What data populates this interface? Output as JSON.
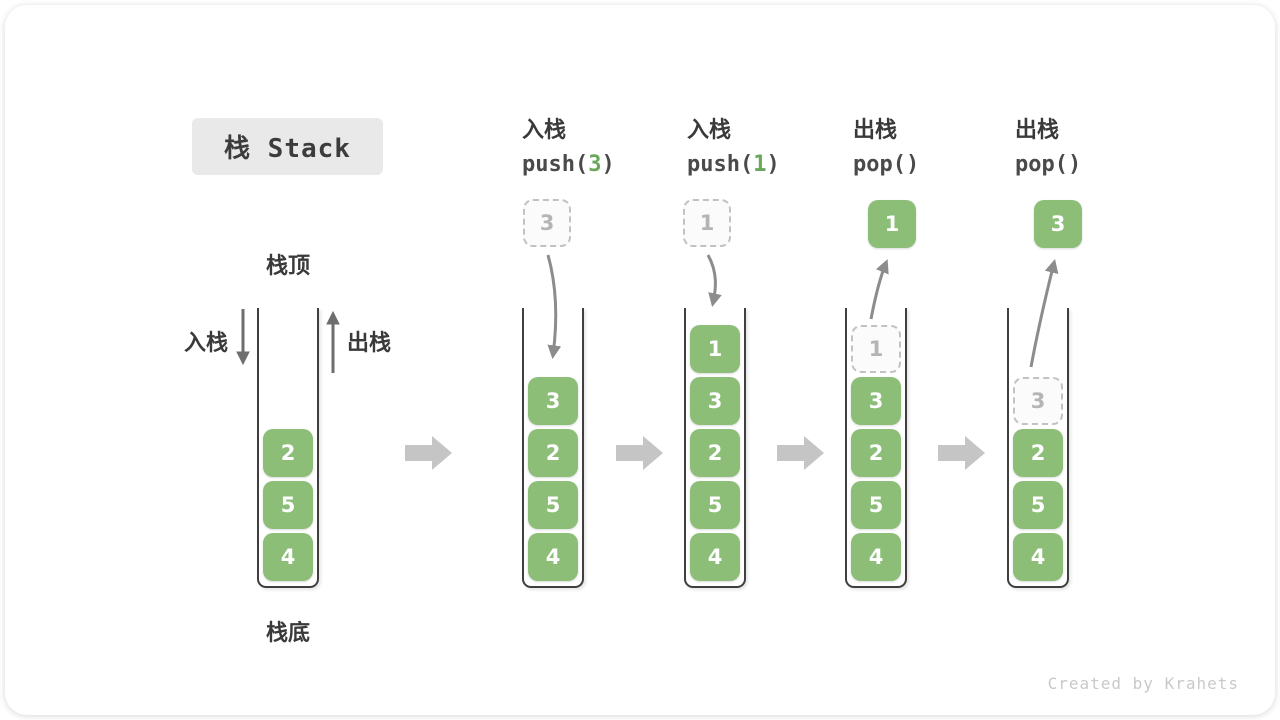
{
  "title": "栈 Stack",
  "credit": "Created by Krahets",
  "side_labels": {
    "stack_top": "栈顶",
    "stack_bottom": "栈底",
    "push": "入栈",
    "pop": "出栈"
  },
  "colors": {
    "box_green": "#8cbe78",
    "code_arg_green": "#69a75a",
    "curved_arrow_gray": "#8c8c8c",
    "block_arrow_gray": "#c5c5c5",
    "side_arrow_gray": "#6e6e6e",
    "title_box_bg": "#e9e9e9"
  },
  "columns": [
    {
      "name": "initial",
      "items": [
        {
          "value": "2",
          "variant": "solid"
        },
        {
          "value": "5",
          "variant": "solid"
        },
        {
          "value": "4",
          "variant": "solid"
        }
      ]
    },
    {
      "name": "push-3",
      "op": "入栈",
      "code": {
        "pre": "push(",
        "arg": "3",
        "post": ")"
      },
      "floating": {
        "value": "3",
        "variant": "ghost"
      },
      "items": [
        {
          "value": "3",
          "variant": "solid"
        },
        {
          "value": "2",
          "variant": "solid"
        },
        {
          "value": "5",
          "variant": "solid"
        },
        {
          "value": "4",
          "variant": "solid"
        }
      ]
    },
    {
      "name": "push-1",
      "op": "入栈",
      "code": {
        "pre": "push(",
        "arg": "1",
        "post": ")"
      },
      "floating": {
        "value": "1",
        "variant": "ghost"
      },
      "items": [
        {
          "value": "1",
          "variant": "solid"
        },
        {
          "value": "3",
          "variant": "solid"
        },
        {
          "value": "2",
          "variant": "solid"
        },
        {
          "value": "5",
          "variant": "solid"
        },
        {
          "value": "4",
          "variant": "solid"
        }
      ]
    },
    {
      "name": "pop-1",
      "op": "出栈",
      "code": {
        "pre": "pop(",
        "arg": "",
        "post": ")"
      },
      "floating": {
        "value": "1",
        "variant": "solid"
      },
      "items": [
        {
          "value": "1",
          "variant": "ghost"
        },
        {
          "value": "3",
          "variant": "solid"
        },
        {
          "value": "2",
          "variant": "solid"
        },
        {
          "value": "5",
          "variant": "solid"
        },
        {
          "value": "4",
          "variant": "solid"
        }
      ]
    },
    {
      "name": "pop-3",
      "op": "出栈",
      "code": {
        "pre": "pop(",
        "arg": "",
        "post": ")"
      },
      "floating": {
        "value": "3",
        "variant": "solid"
      },
      "items": [
        {
          "value": "3",
          "variant": "ghost"
        },
        {
          "value": "2",
          "variant": "solid"
        },
        {
          "value": "5",
          "variant": "solid"
        },
        {
          "value": "4",
          "variant": "solid"
        }
      ]
    }
  ]
}
